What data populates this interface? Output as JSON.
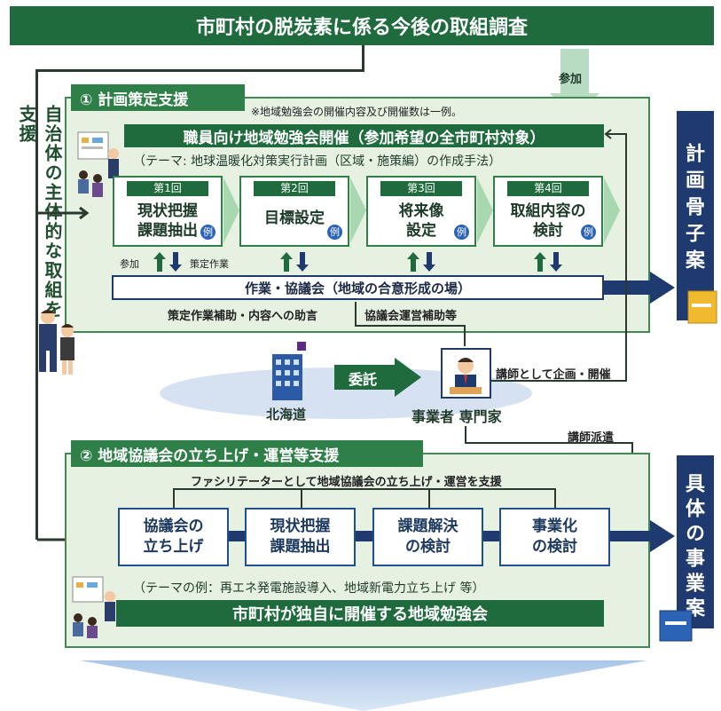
{
  "title": "市町村の脱炭素に係る今後の取組調査",
  "left_label": "自治体の主体的な取組を支援",
  "participation": "参加",
  "section1": {
    "tab": "① 計画策定支援",
    "note": "※地域勉強会の開催内容及び開催数は一例。",
    "heading": "職員向け地域勉強会開催（参加希望の全市町村対象）",
    "theme": "（テーマ: 地球温暖化対策実行計画（区域・施策編）の作成手法）",
    "rei": "例",
    "sessions": [
      {
        "num": "第1回",
        "line1": "現状把握",
        "line2": "課題抽出"
      },
      {
        "num": "第2回",
        "line1": "目標設定",
        "line2": ""
      },
      {
        "num": "第3回",
        "line1": "将来像",
        "line2": "設定"
      },
      {
        "num": "第4回",
        "line1": "取組内容の",
        "line2": "検討"
      }
    ],
    "arrow_left_label": "参加",
    "arrow_right_label": "策定作業",
    "council_bar": "作業・協議会（地域の合意形成の場）",
    "support_left": "策定作業補助・内容への助言",
    "support_right": "協議会運営補助等"
  },
  "right_top": "計画骨子案",
  "right_bottom": "具体の事業案",
  "hokkaido": "北海道",
  "itaku": "委託",
  "expert": "事業者  専門家",
  "lecturer_plan": "講師として企画・開催",
  "lecturer_dispatch": "講師派遣",
  "section2": {
    "tab": "② 地域協議会の立ち上げ・運営等支援",
    "facilitator": "ファシリテーターとして地域協議会の立ち上げ・運営を支援",
    "steps": [
      {
        "line1": "協議会の",
        "line2": "立ち上げ"
      },
      {
        "line1": "現状把握",
        "line2": "課題抽出"
      },
      {
        "line1": "課題解決",
        "line2": "の検討"
      },
      {
        "line1": "事業化",
        "line2": "の検討"
      }
    ],
    "theme_example": "（テーマの例：再エネ発電施設導入、地域新電力立ち上げ  等）",
    "footer": "市町村が独自に開催する地域勉強会"
  },
  "colors": {
    "dark_green": "#1f6b3d",
    "mid_green": "#2f7f48",
    "panel_green": "#e6f1e2",
    "navy": "#1e3a6e",
    "blue": "#2b63b6"
  }
}
